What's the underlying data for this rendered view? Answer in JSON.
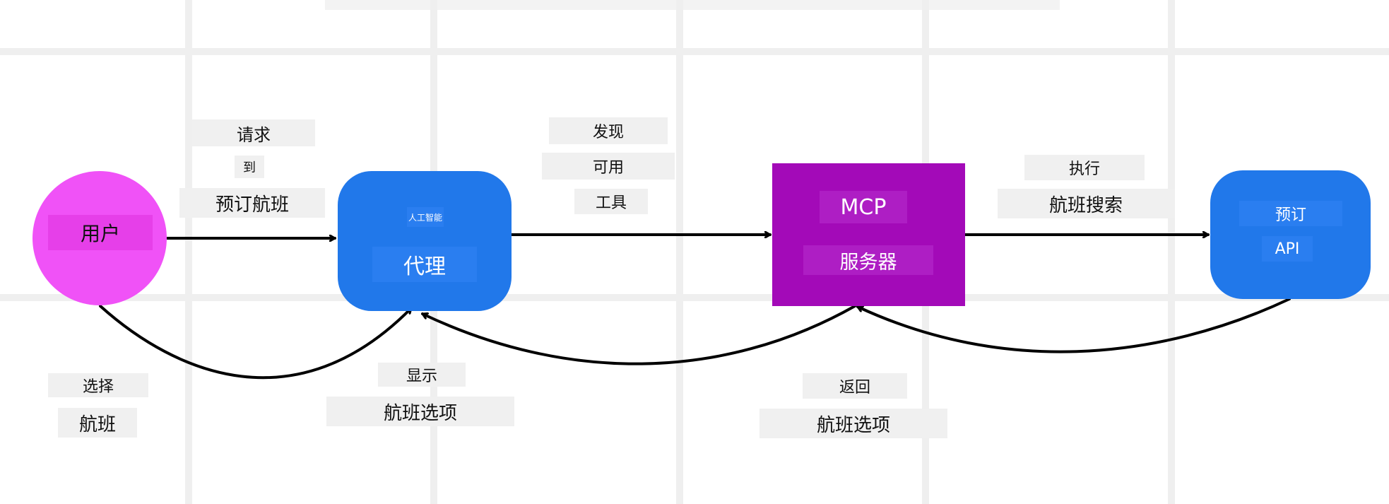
{
  "nodes": {
    "user": {
      "label": "用户",
      "color": "#f052f7"
    },
    "agent": {
      "label_small": "人工智能",
      "label": "代理",
      "color": "#2178ea"
    },
    "mcp": {
      "label_1": "MCP",
      "label_2": "服务器",
      "color": "#a30ab8"
    },
    "api": {
      "label_1": "预订",
      "label_2": "API",
      "color": "#2178ea"
    }
  },
  "edges": {
    "user_to_agent": {
      "line_1": "请求",
      "line_2": "到",
      "line_3": "预订航班"
    },
    "agent_to_mcp": {
      "line_1": "发现",
      "line_2": "可用",
      "line_3": "工具"
    },
    "mcp_to_api": {
      "line_1": "执行",
      "line_2": "航班搜索"
    },
    "user_back_to_agent": {
      "line_1": "选择",
      "line_2": "航班"
    },
    "mcp_back_to_agent": {
      "line_1": "显示",
      "line_2": "航班选项"
    },
    "api_back_to_mcp": {
      "line_1": "返回",
      "line_2": "航班选项"
    }
  },
  "colors": {
    "arrow": "#000000",
    "label_background": "#f0f0f0",
    "grid": "#efefef"
  }
}
